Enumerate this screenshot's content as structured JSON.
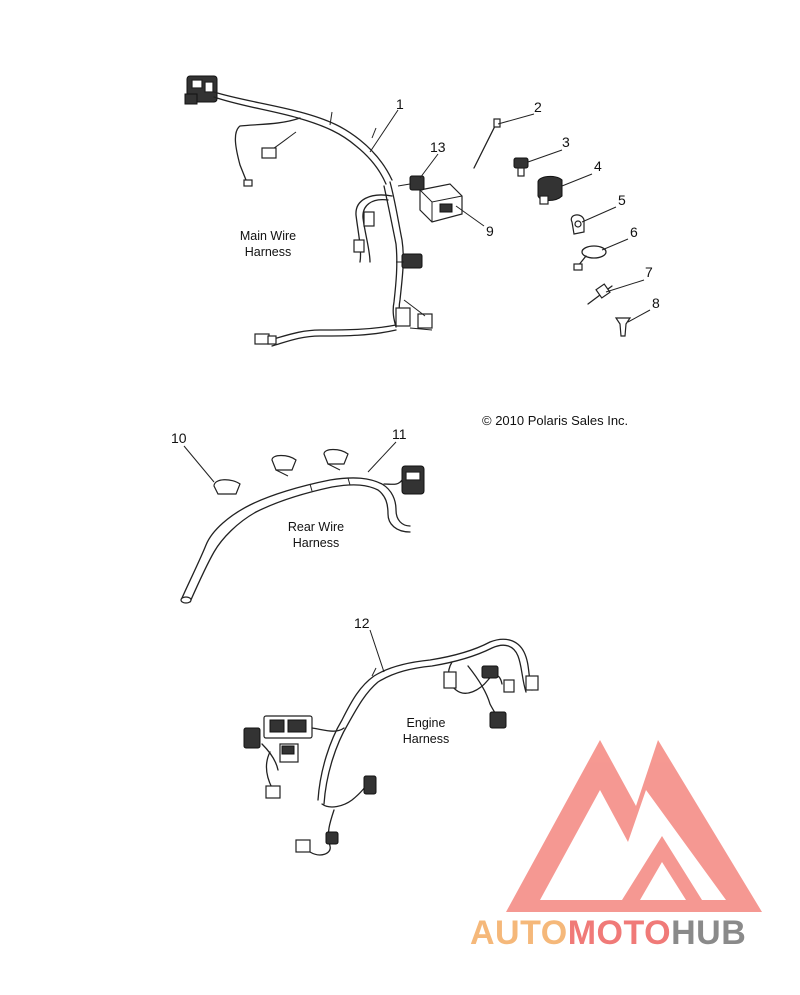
{
  "callouts": {
    "c1": "1",
    "c2": "2",
    "c3": "3",
    "c4": "4",
    "c5": "5",
    "c6": "6",
    "c7": "7",
    "c8": "8",
    "c9": "9",
    "c10": "10",
    "c11": "11",
    "c12": "12",
    "c13": "13"
  },
  "labels": {
    "main_line1": "Main Wire",
    "main_line2": "Harness",
    "rear_line1": "Rear Wire",
    "rear_line2": "Harness",
    "engine_line1": "Engine",
    "engine_line2": "Harness"
  },
  "copyright": "© 2010 Polaris Sales Inc.",
  "watermark": {
    "part1": "AUTO",
    "part2": "MOTO",
    "part3": "HUB",
    "colors": {
      "auto": "#f5b87a",
      "moto": "#f07a78",
      "hub": "#8a8a8a",
      "logo": "#f4877f"
    }
  }
}
